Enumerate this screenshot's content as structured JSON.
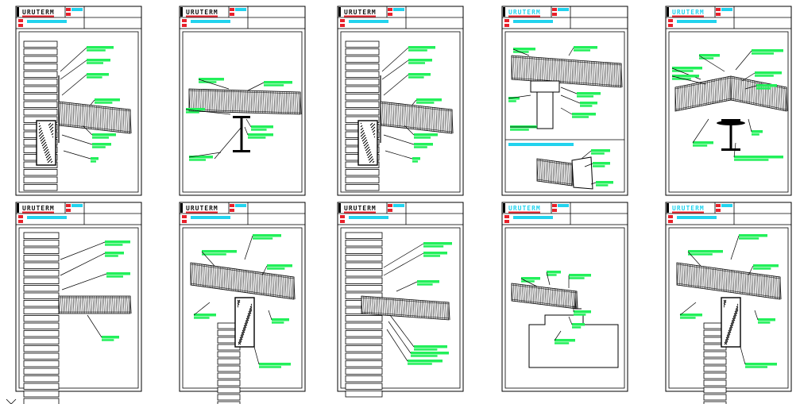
{
  "brand": {
    "name": "URUTERM",
    "name_color_dark": "#111111",
    "name_color_cyan": "#22d3ee"
  },
  "colors": {
    "label_green": "#22f05a",
    "title_red": "#e8202a",
    "title_cyan": "#22d3ee",
    "line": "#000000"
  },
  "sheets": [
    {
      "id": "sheet-1",
      "brand_color": "dark",
      "detail": "wall-roof-brick"
    },
    {
      "id": "sheet-2",
      "brand_color": "dark",
      "detail": "roof-steel-beam"
    },
    {
      "id": "sheet-3",
      "brand_color": "dark",
      "detail": "wall-roof-brick"
    },
    {
      "id": "sheet-4",
      "brand_color": "cyan",
      "detail": "ridge-column-split"
    },
    {
      "id": "sheet-5",
      "brand_color": "cyan",
      "detail": "ridge-steel-beam"
    },
    {
      "id": "sheet-6",
      "brand_color": "dark",
      "detail": "wall-panel-flat"
    },
    {
      "id": "sheet-7",
      "brand_color": "dark",
      "detail": "roof-over-column"
    },
    {
      "id": "sheet-8",
      "brand_color": "dark",
      "detail": "wall-panel-mid"
    },
    {
      "id": "sheet-9",
      "brand_color": "cyan",
      "detail": "roof-gutter"
    },
    {
      "id": "sheet-10",
      "brand_color": "cyan",
      "detail": "roof-over-column"
    }
  ],
  "sheet4_notes": [
    "Lámina",
    "Aislante"
  ],
  "sheet9_notes": [
    "Lámina",
    "Aislante",
    "Remache",
    "Canalón de chapa",
    "Tornillo",
    "Escala"
  ]
}
